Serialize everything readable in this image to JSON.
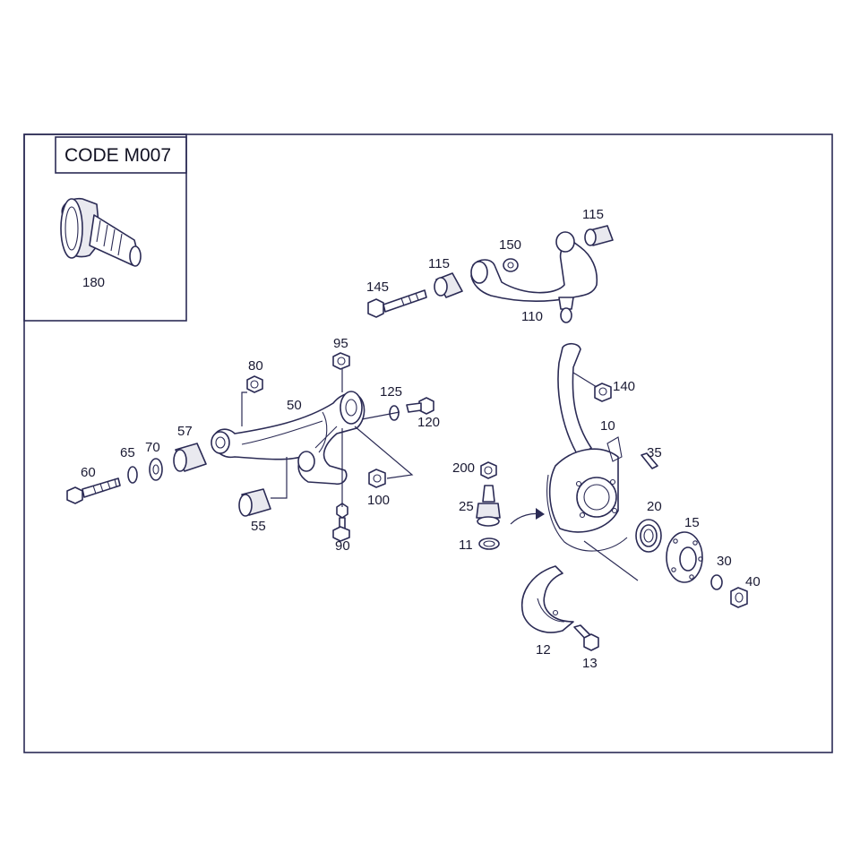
{
  "code_box": {
    "label": "CODE M007"
  },
  "parts": {
    "p180": "180",
    "p145": "145",
    "p115a": "115",
    "p150": "150",
    "p115b": "115",
    "p110": "110",
    "p95": "95",
    "p80": "80",
    "p50": "50",
    "p125": "125",
    "p120": "120",
    "p140": "140",
    "p10": "10",
    "p35": "35",
    "p57": "57",
    "p65": "65",
    "p70": "70",
    "p60": "60",
    "p55": "55",
    "p100": "100",
    "p90": "90",
    "p200": "200",
    "p25": "25",
    "p11": "11",
    "p20": "20",
    "p15": "15",
    "p30": "30",
    "p40": "40",
    "p12": "12",
    "p13": "13"
  }
}
